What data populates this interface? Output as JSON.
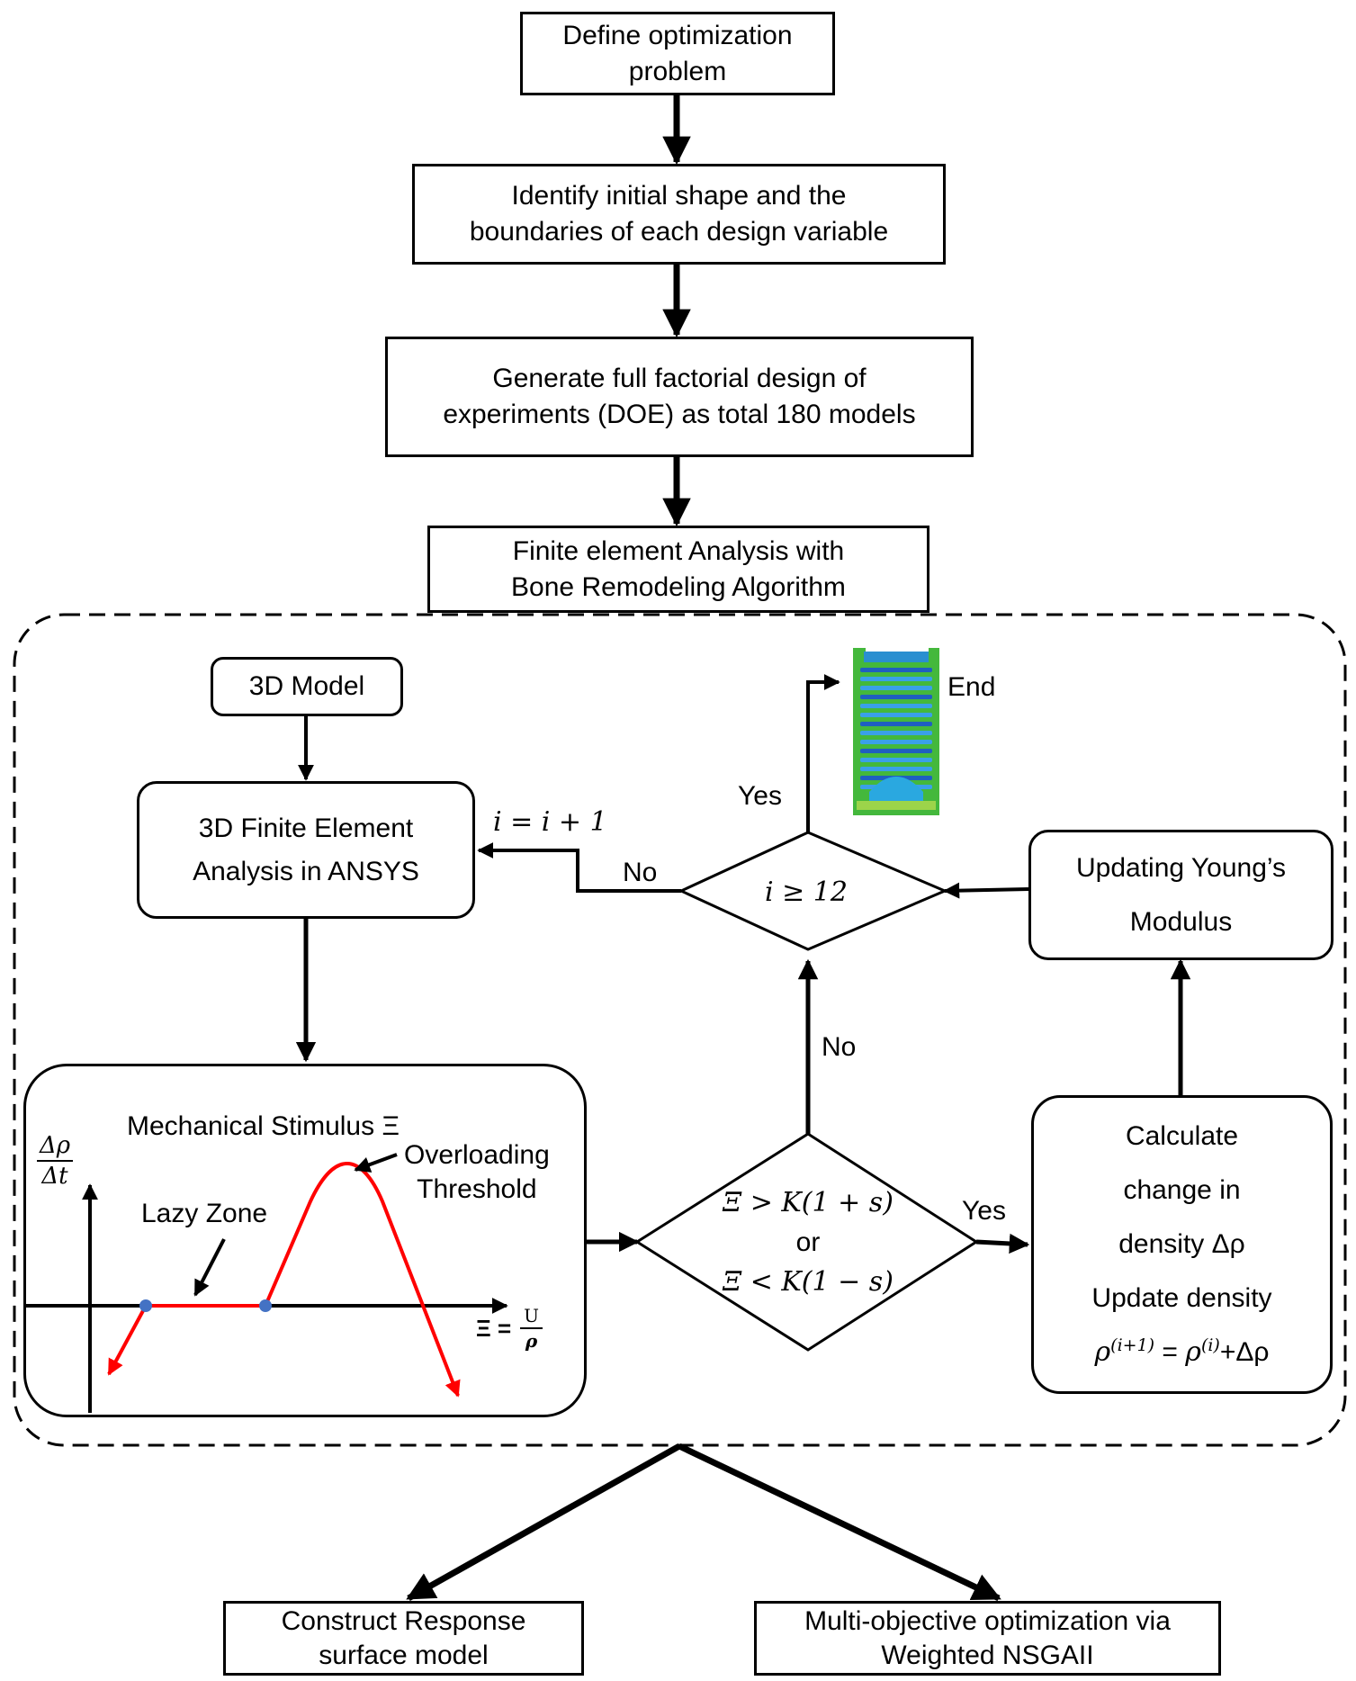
{
  "steps": {
    "define": [
      "Define optimization",
      "problem"
    ],
    "identify": [
      "Identify initial shape and the",
      "boundaries of each design variable"
    ],
    "generate": [
      "Generate full factorial design of",
      "experiments (DOE) as total 180 models"
    ],
    "fea_header": [
      "Finite element Analysis with",
      "Bone Remodeling Algorithm"
    ],
    "construct": [
      "Construct Response",
      "surface model"
    ],
    "multi": [
      "Multi-objective optimization via",
      "Weighted NSGAII"
    ]
  },
  "loop": {
    "model": "3D Model",
    "ansys": [
      "3D Finite Element",
      "Analysis in ANSYS"
    ],
    "young": [
      "Updating Young’s",
      "Modulus"
    ],
    "calc": [
      "Calculate",
      "change in",
      "density Δρ",
      "Update density"
    ],
    "calc_formula": {
      "lhs": "ρ",
      "lhs_sup": "(i+1)",
      "eq": " = ",
      "rhs": "ρ",
      "rhs_sup": "(i)",
      "rest": "+Δρ"
    },
    "iter_cond": "i ≥ 12",
    "iter_update": "i = i + 1",
    "stim_cond": [
      "Ξ > K(1 + s)",
      "or",
      "Ξ < K(1 − s)"
    ],
    "end": "End",
    "labels": {
      "yes_top": "Yes",
      "no_left": "No",
      "no_mid": "No",
      "yes_right": "Yes"
    }
  },
  "stimulus": {
    "title": "Mechanical Stimulus Ξ",
    "y_num": "Δρ",
    "y_den": "Δt",
    "x_lhs": "Ξ =",
    "x_num": "U",
    "x_den": "ρ",
    "lazy": "Lazy Zone",
    "over": [
      "Overloading",
      "Threshold"
    ]
  },
  "colors": {
    "curve": "#ff0000",
    "point": "#4472c4",
    "line": "#000000"
  }
}
